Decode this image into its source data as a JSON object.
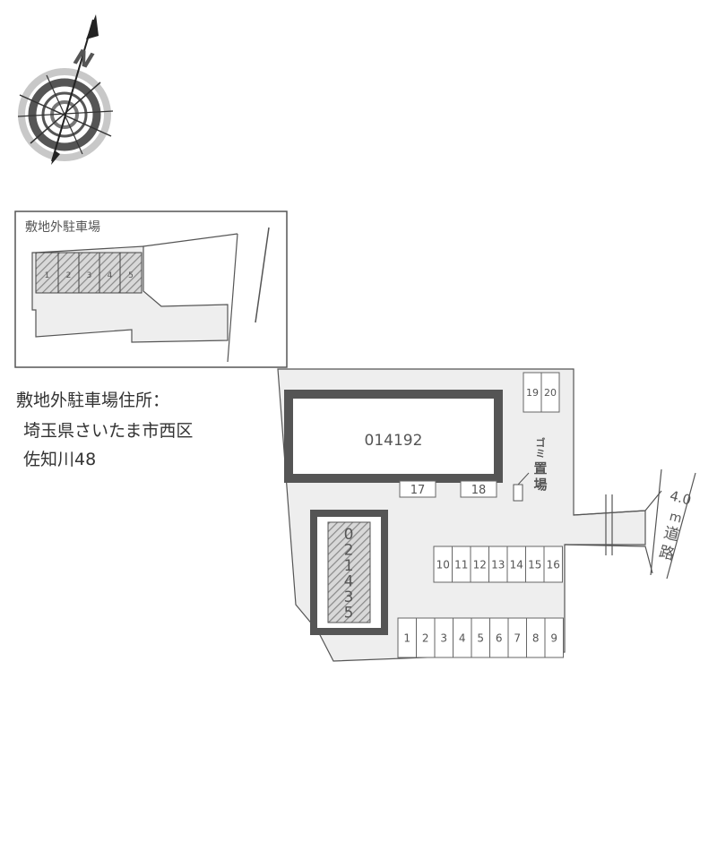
{
  "inset": {
    "title": "敷地外駐車場",
    "spaces": [
      "1",
      "2",
      "3",
      "4",
      "5"
    ]
  },
  "address": {
    "label": "敷地外駐車場住所：",
    "line1": "埼玉県さいたま市西区",
    "line2": "佐知川48"
  },
  "compass": {
    "north_label": "N"
  },
  "buildings": {
    "main": "014192",
    "annex": [
      "0",
      "2",
      "1",
      "4",
      "3",
      "5"
    ]
  },
  "parking": {
    "row_bottom": [
      "1",
      "2",
      "3",
      "4",
      "5",
      "6",
      "7",
      "8",
      "9"
    ],
    "row_middle": [
      "10",
      "11",
      "12",
      "13",
      "14",
      "15",
      "16"
    ],
    "pair_top": [
      "19",
      "20"
    ],
    "single": [
      "17",
      "18"
    ]
  },
  "garbage": {
    "label_chars": [
      "ゴ",
      "ミ",
      "置",
      "場"
    ]
  },
  "road": {
    "label_chars": [
      "4.0",
      "m",
      "道",
      "路"
    ]
  },
  "colors": {
    "site_fill": "#eeeeee",
    "outline": "#555555",
    "building_border": "#555555",
    "hatch": "#888888"
  }
}
